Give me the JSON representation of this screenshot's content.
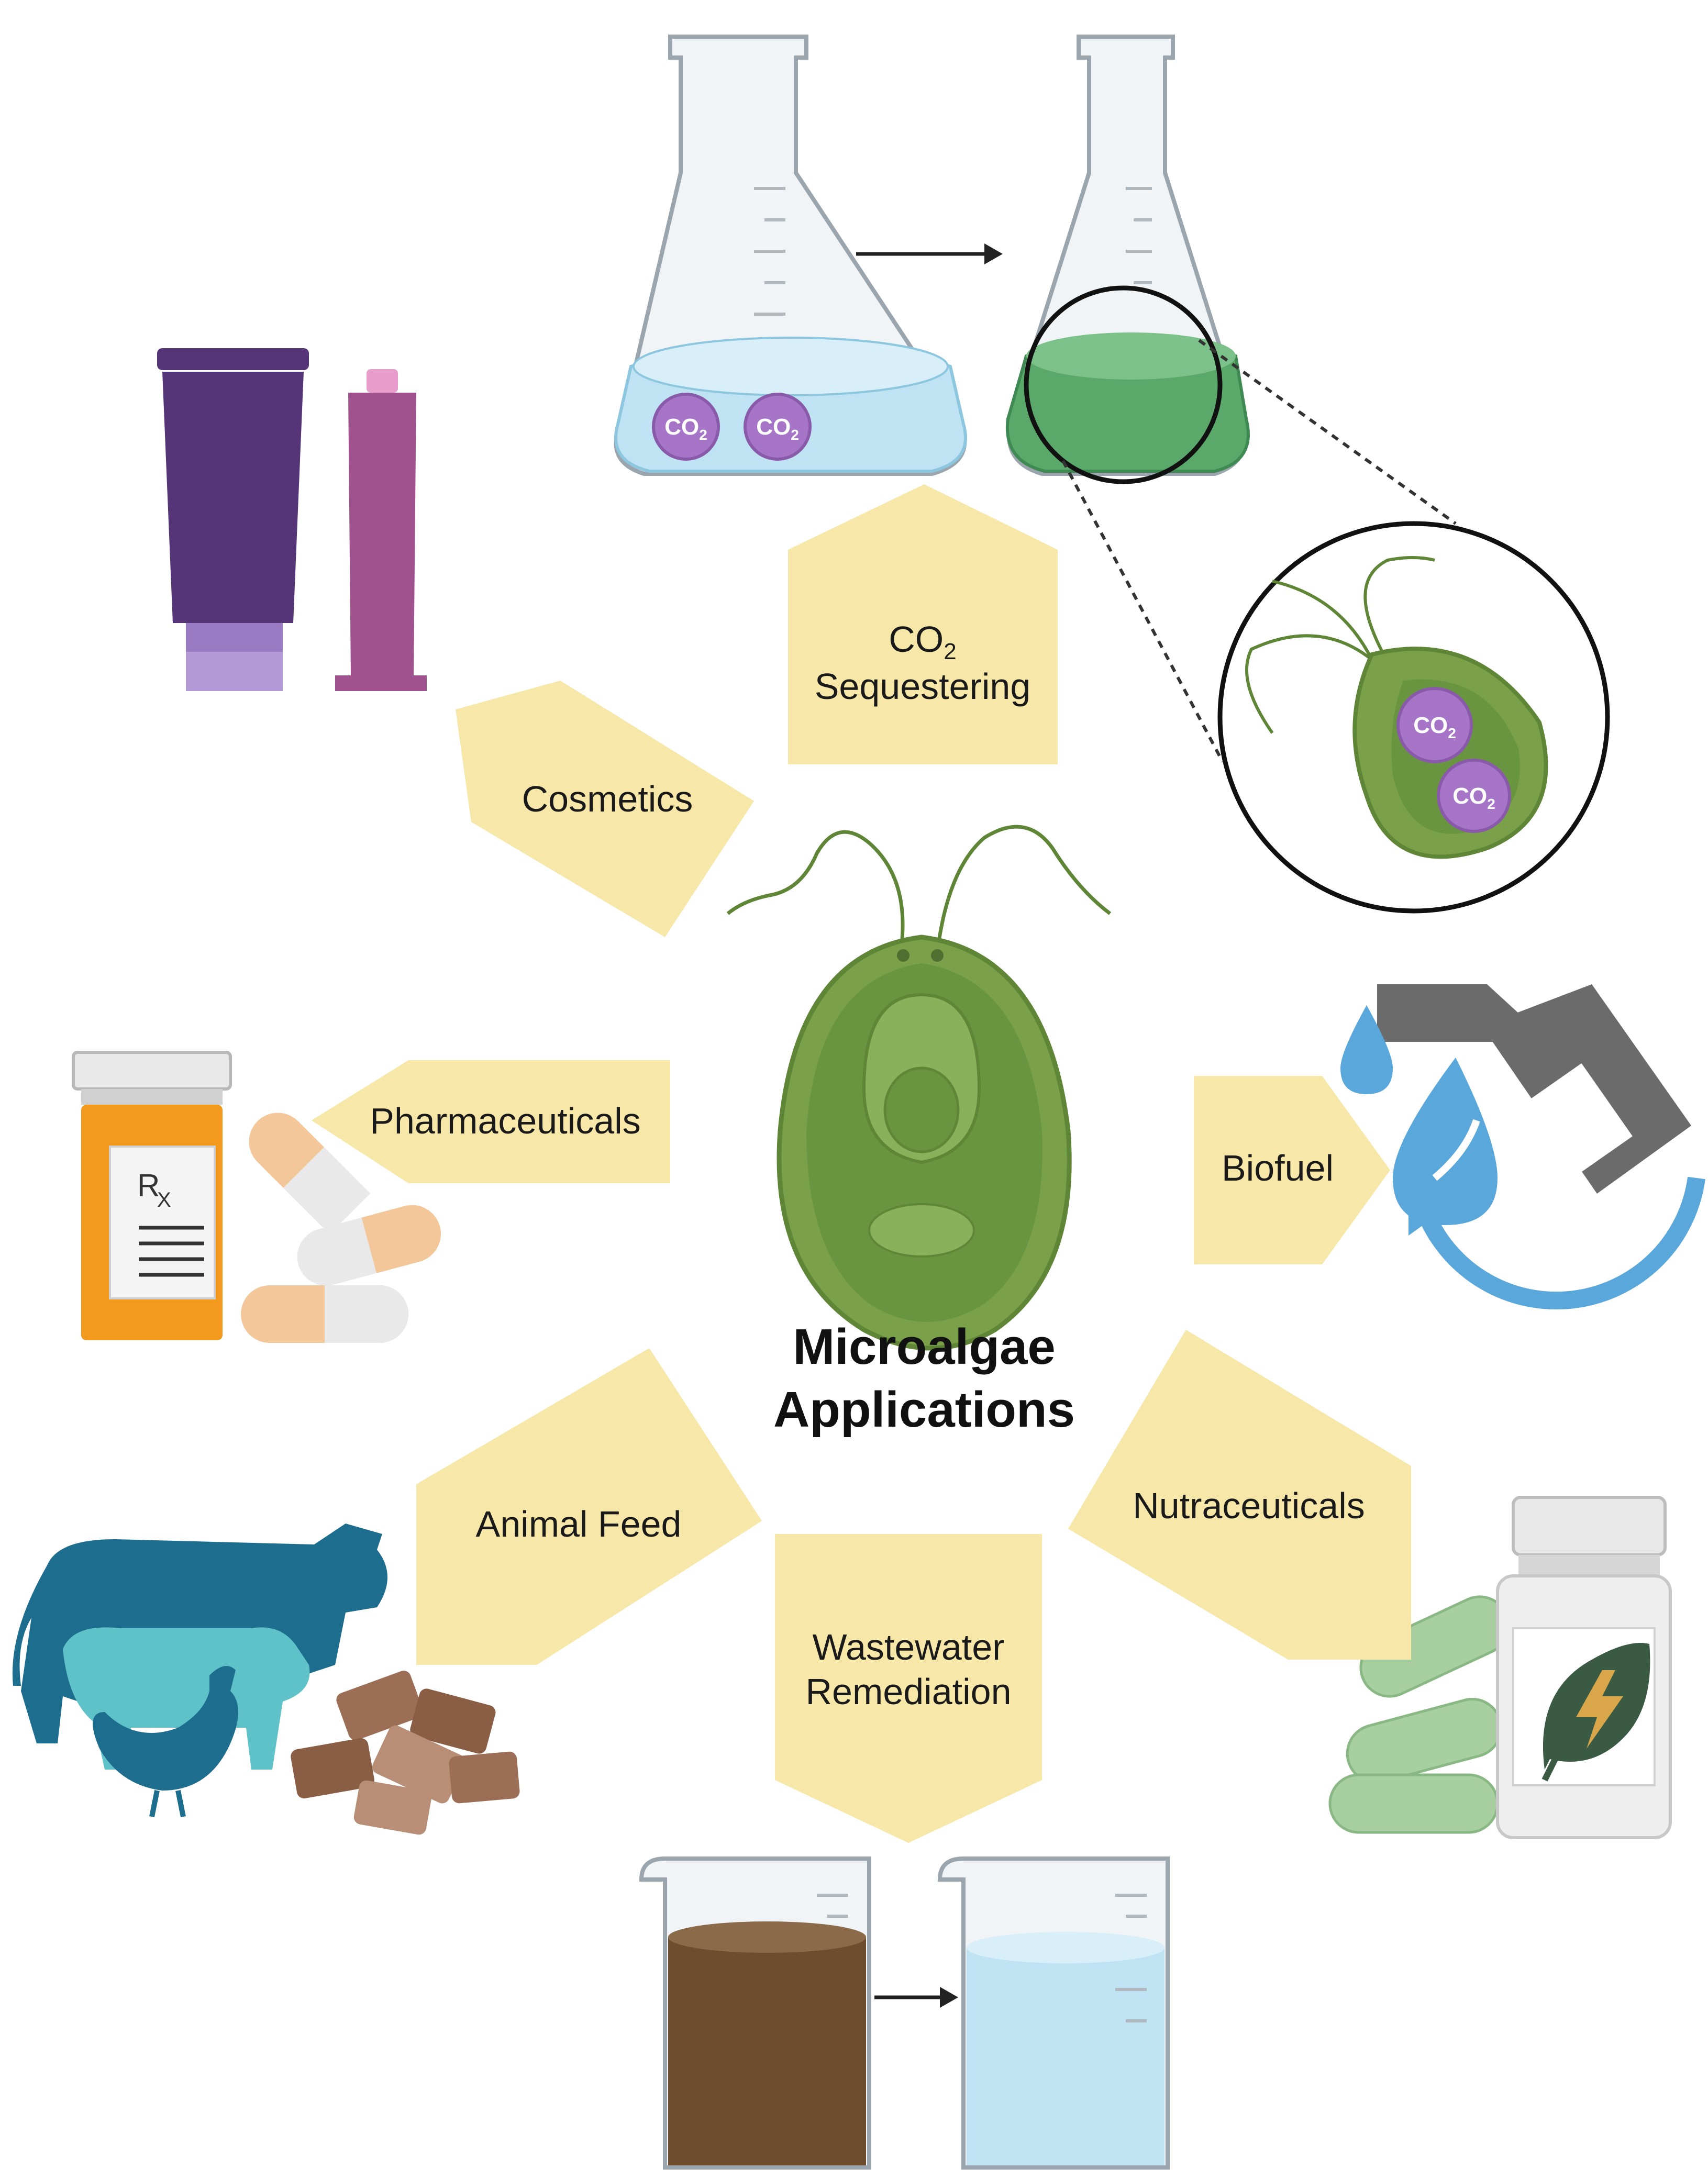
{
  "title": {
    "line1": "Microalgae",
    "line2": "Applications"
  },
  "labels": {
    "co2_sequestering": {
      "co": "CO",
      "sub": "2",
      "line2": "Sequestering"
    },
    "cosmetics": "Cosmetics",
    "pharmaceuticals": "Pharmaceuticals",
    "biofuel": "Biofuel",
    "animal_feed": "Animal Feed",
    "nutraceuticals": "Nutraceuticals",
    "wastewater": {
      "line1": "Wastewater",
      "line2": "Remediation"
    }
  },
  "co2_bubble": {
    "co": "CO",
    "sub": "2"
  },
  "rx_symbol": "R",
  "rx_x": "X",
  "colors": {
    "arrow_fill": "#f7e7a8",
    "algae_green": "#7aa04a",
    "algae_dark": "#5e8636",
    "co2_purple": "#a675c8",
    "water_blue": "#bfe3f3",
    "green_culture": "#5aa86a",
    "cosmetic_purple": "#553577",
    "cosmetic_magenta": "#a0528f",
    "pill_orange": "#f39a1e",
    "animal_teal": "#1d6e8e",
    "animal_light": "#5fc2c8",
    "biofuel_blue": "#5aa7dc",
    "pump_gray": "#6b6b6b",
    "wastewater_brown": "#6e4d2e"
  },
  "icons": [
    "erlenmeyer-flask-icon",
    "algae-cell-icon",
    "cosmetic-tube-icon",
    "pill-bottle-icon",
    "capsule-icon",
    "fuel-pump-icon",
    "water-drop-icon",
    "cow-icon",
    "pig-icon",
    "chicken-icon",
    "feed-pellet-icon",
    "supplement-bottle-icon",
    "leaf-bolt-icon",
    "beaker-icon"
  ]
}
